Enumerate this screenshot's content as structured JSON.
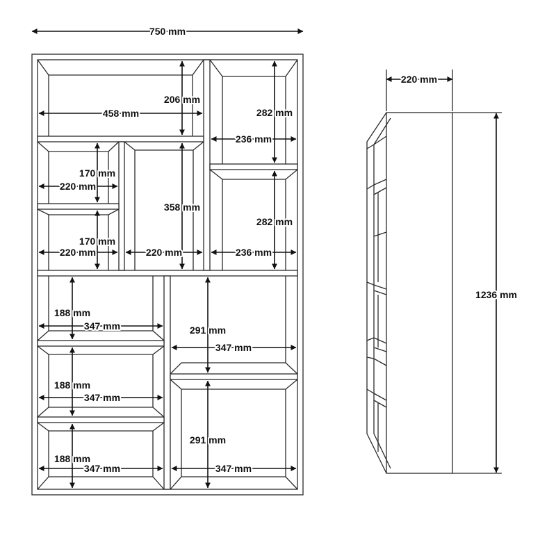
{
  "front_view": {
    "overall_width": "750 mm",
    "top_left_compartment": {
      "height": "206 mm",
      "width": "458 mm"
    },
    "top_right_compartments": [
      {
        "height": "282 mm",
        "width": "236 mm"
      },
      {
        "height": "282 mm",
        "width": "236 mm"
      }
    ],
    "middle_left_compartments": [
      {
        "height": "170 mm",
        "width": "220 mm"
      },
      {
        "height": "170 mm",
        "width": "220 mm"
      }
    ],
    "middle_center_compartment": {
      "height": "358 mm",
      "width": "220 mm"
    },
    "bottom_left_compartments": [
      {
        "height": "188 mm",
        "width": "347 mm"
      },
      {
        "height": "188 mm",
        "width": "347 mm"
      },
      {
        "height": "188 mm",
        "width": "347 mm"
      }
    ],
    "bottom_right_compartments": [
      {
        "height": "291 mm",
        "width": "347 mm"
      },
      {
        "height": "291 mm",
        "width": "347 mm"
      }
    ]
  },
  "side_view": {
    "depth": "220 mm",
    "height": "1236 mm"
  }
}
